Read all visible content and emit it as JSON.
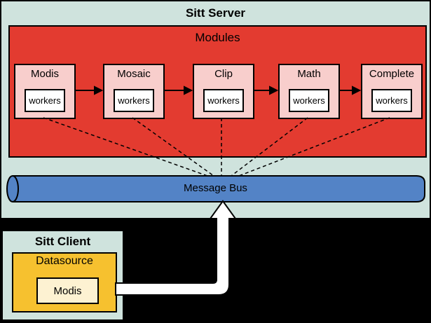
{
  "colors": {
    "background": "#000000",
    "server_panel": "#cfe3dd",
    "modules_panel": "#e33b30",
    "module_box": "#f8cecc",
    "workers_box": "#ffffff",
    "message_bus": "#5383c6",
    "client_panel": "#cfe3dd",
    "datasource_box": "#f6c12f",
    "datasource_item": "#fdf2d2",
    "connector": "#000000",
    "flow_arrow_fill": "#ffffff"
  },
  "server": {
    "title": "Sitt Server",
    "modules_panel": {
      "title": "Modules",
      "modules": [
        {
          "label": "Modis",
          "workers_label": "workers"
        },
        {
          "label": "Mosaic",
          "workers_label": "workers"
        },
        {
          "label": "Clip",
          "workers_label": "workers"
        },
        {
          "label": "Math",
          "workers_label": "workers"
        },
        {
          "label": "Complete",
          "workers_label": "workers"
        }
      ]
    },
    "message_bus_label": "Message Bus"
  },
  "client": {
    "title": "Sitt Client",
    "datasource": {
      "title": "Datasource",
      "item_label": "Modis"
    }
  }
}
